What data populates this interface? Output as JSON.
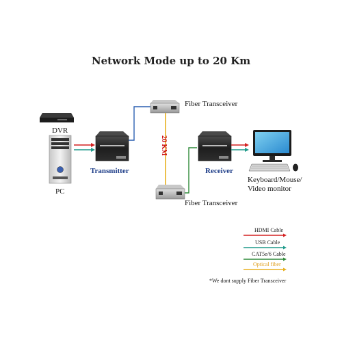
{
  "title": "Network Mode up to 20 Km",
  "labels": {
    "dvr": "DVR",
    "pc": "PC",
    "transmitter": "Transmitter",
    "receiver": "Receiver",
    "fiber_top": "Fiber Transceiver",
    "fiber_bottom": "Fiber Transceiver",
    "distance": "20 KM",
    "peripherals_line1": "Keyboard/Mouse/",
    "peripherals_line2": "Video monitor"
  },
  "legend": {
    "hdmi": "HDMI Cable",
    "usb": "USB Cable",
    "cat": "CAT5e/6 Cable",
    "optical": "Optical fiber"
  },
  "note": "*We dont supply Fiber Transceiver",
  "colors": {
    "hdmi": "#d42020",
    "usb": "#1f9a8a",
    "cat": "#2f8a3a",
    "optical": "#e8b020",
    "cat_blue": "#2a5fb0",
    "device": "#2b2b2b"
  }
}
